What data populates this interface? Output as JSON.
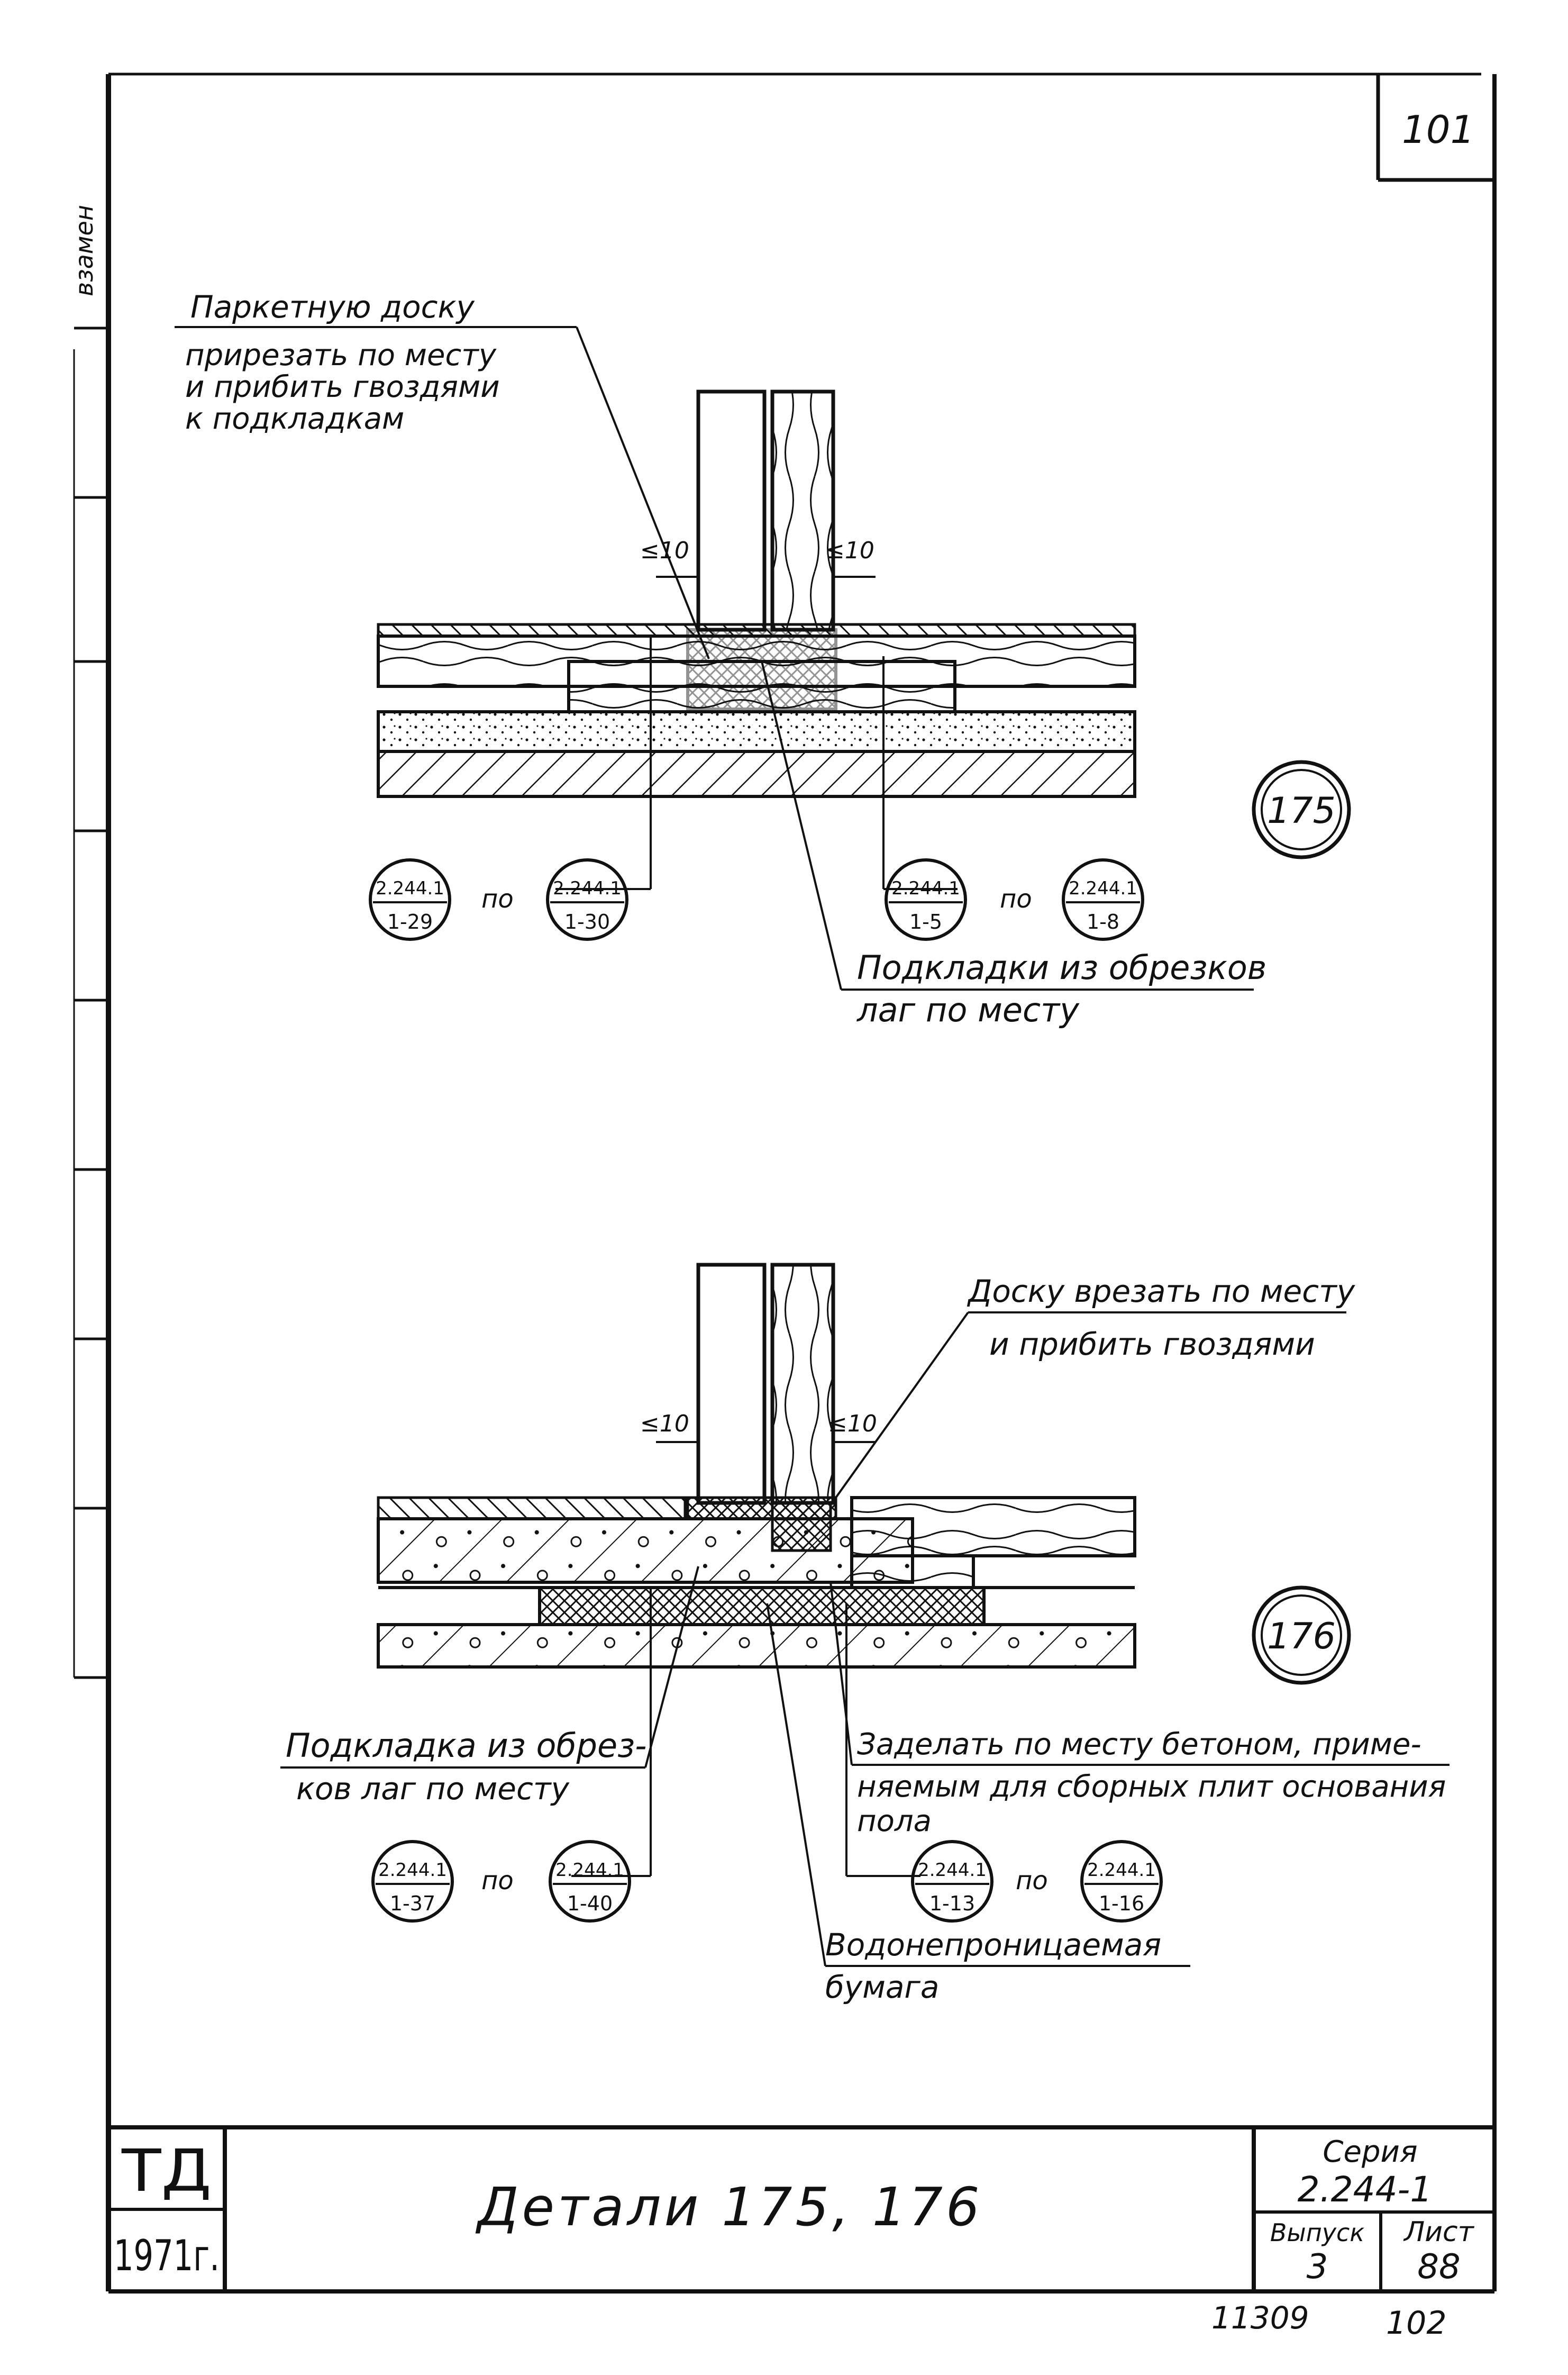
{
  "sheet_corner_number": "101",
  "side_stamp": "взамен",
  "detail175": {
    "marker": "175",
    "note_parquet": [
      "Паркетную доску",
      "прирезать по месту",
      "и прибить гвоздями",
      "к подкладкам"
    ],
    "gap_left": "≤10",
    "gap_right": "≤10",
    "note_pads": [
      "Подкладки из обрезков",
      "лаг по месту"
    ],
    "refs_left": {
      "from_top": "2.244.1",
      "from_bottom": "1-29",
      "by": "по",
      "to_top": "2.244.1",
      "to_bottom": "1-30"
    },
    "refs_right": {
      "from_top": "2.244.1",
      "from_bottom": "1-5",
      "by": "по",
      "to_top": "2.244.1",
      "to_bottom": "1-8"
    }
  },
  "detail176": {
    "marker": "176",
    "note_board": [
      "Доску врезать по месту",
      "и прибить гвоздями"
    ],
    "gap_left": "≤10",
    "gap_right": "≤10",
    "note_pad": [
      "Подкладка из обрез-",
      "ков лаг по месту"
    ],
    "note_concrete": [
      "Заделать по месту бетоном, приме-",
      "няемым для сборных плит основания",
      "пола"
    ],
    "note_paper": [
      "Водонепроницаемая",
      "бумага"
    ],
    "refs_left": {
      "from_top": "2.244.1",
      "from_bottom": "1-37",
      "by": "по",
      "to_top": "2.244.1",
      "to_bottom": "1-40"
    },
    "refs_right": {
      "from_top": "2.244.1",
      "from_bottom": "1-13",
      "by": "по",
      "to_top": "2.244.1",
      "to_bottom": "1-16"
    }
  },
  "title_block": {
    "org": "ТД",
    "year": "1971г.",
    "title": "Детали 175, 176",
    "series_label": "Серия",
    "series_value": "2.244-1",
    "issue_label": "Выпуск",
    "issue_value": "3",
    "sheet_label": "Лист",
    "sheet_value": "88"
  },
  "footer": {
    "code": "11309",
    "page": "102"
  }
}
